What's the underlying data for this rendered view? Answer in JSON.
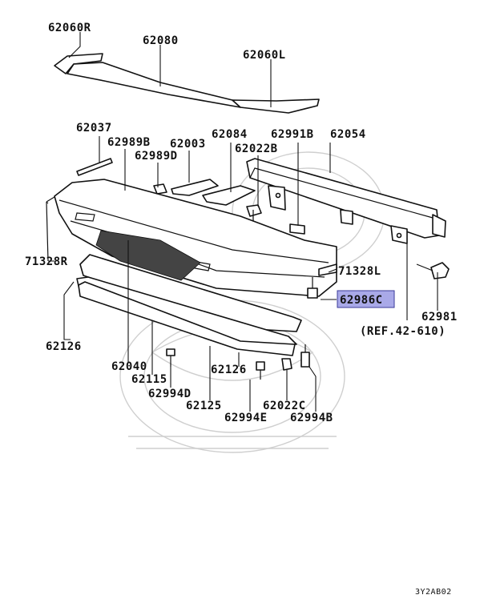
{
  "labels": {
    "p62060R": "62060R",
    "p62080": "62080",
    "p62060L": "62060L",
    "p62037": "62037",
    "p62989B": "62989B",
    "p62003": "62003",
    "p62989D": "62989D",
    "p62084": "62084",
    "p62022B": "62022B",
    "p62991B": "62991B",
    "p62054": "62054",
    "p71328R": "71328R",
    "p71328L": "71328L",
    "p62986C": "62986C",
    "p62981": "62981",
    "ref": "(REF.42-610)",
    "p62126a": "62126",
    "p62040": "62040",
    "p62115": "62115",
    "p62126b": "62126",
    "p62994D": "62994D",
    "p62125": "62125",
    "p62022C": "62022C",
    "p62994E": "62994E",
    "p62994B": "62994B"
  },
  "highlighted_part": "62986C",
  "diagram_code": "3Y2AB02",
  "colors": {
    "ink": "#111111",
    "highlight_fill": "#a9a9e8",
    "highlight_border": "#3b3b9a",
    "watermark": "#cfcfcf"
  }
}
